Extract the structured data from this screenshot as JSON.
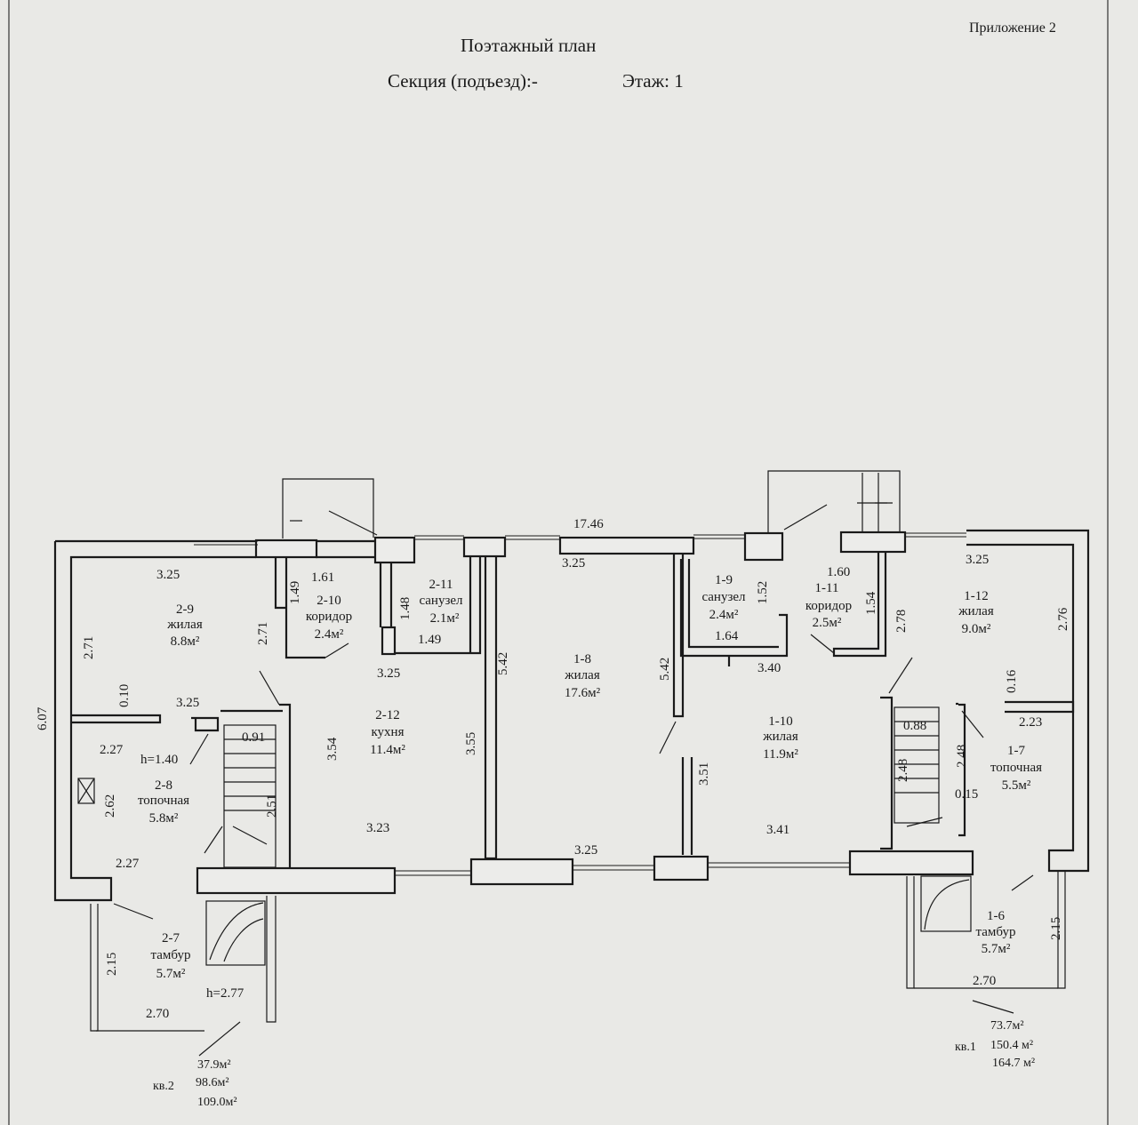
{
  "header": {
    "appendix": "Приложение 2",
    "title": "Поэтажный план",
    "section": "Секция (подъезд):-",
    "floor": "Этаж: 1"
  },
  "rooms": {
    "r2_9": {
      "id": "2-9",
      "name": "жилая",
      "area": "8.8м²"
    },
    "r2_10": {
      "id": "2-10",
      "name": "коридор",
      "area": "2.4м²"
    },
    "r2_11": {
      "id": "2-11",
      "name": "санузел",
      "area": "2.1м²"
    },
    "r2_12": {
      "id": "2-12",
      "name": "кухня",
      "area": "11.4м²"
    },
    "r2_8": {
      "id": "2-8",
      "name": "топочная",
      "area": "5.8м²"
    },
    "r2_7": {
      "id": "2-7",
      "name": "тамбур",
      "area": "5.7м²"
    },
    "r1_8": {
      "id": "1-8",
      "name": "жилая",
      "area": "17.6м²"
    },
    "r1_9": {
      "id": "1-9",
      "name": "санузел",
      "area": "2.4м²"
    },
    "r1_11": {
      "id": "1-11",
      "name": "коридор",
      "area": "2.5м²"
    },
    "r1_12": {
      "id": "1-12",
      "name": "жилая",
      "area": "9.0м²"
    },
    "r1_10": {
      "id": "1-10",
      "name": "жилая",
      "area": "11.9м²"
    },
    "r1_7": {
      "id": "1-7",
      "name": "топочная",
      "area": "5.5м²"
    },
    "r1_6": {
      "id": "1-6",
      "name": "тамбур",
      "area": "5.7м²"
    }
  },
  "dims": {
    "overall_width": "17.46",
    "d2_9_w": "3.25",
    "d2_9_h_left": "2.71",
    "d2_9_h_right": "2.71",
    "d2_10_w": "1.61",
    "d2_10_h": "1.49",
    "d2_11_h": "1.48",
    "d2_11_w": "1.49",
    "d2_12_top": "3.25",
    "d2_12_left": "3.54",
    "d2_12_right": "3.55",
    "d2_12_bottom": "3.23",
    "d_0_10": "0.10",
    "d_stair_top_2": "3.25",
    "d_2_27_a": "2.27",
    "d_h140": "h=1.40",
    "d_0_91": "0.91",
    "d_2_62": "2.62",
    "d_2_51": "2.51",
    "d_2_27_b": "2.27",
    "d_6_07": "6.07",
    "d2_7_h": "2.15",
    "d2_7_w": "2.70",
    "d_h277": "h=2.77",
    "d1_8_top": "3.25",
    "d1_8_left": "5.42",
    "d1_8_right": "5.42",
    "d1_8_bottom": "3.25",
    "d1_9_h": "1.52",
    "d1_9_w": "1.64",
    "d1_11_w": "1.60",
    "d1_11_h": "1.54",
    "d1_12_w": "3.25",
    "d1_12_left": "2.78",
    "d1_12_right": "2.76",
    "d1_10_top": "3.40",
    "d1_10_left": "3.51",
    "d1_10_bottom": "3.41",
    "d_0_16": "0.16",
    "d_2_23": "2.23",
    "d_0_88": "0.88",
    "d_2_48_a": "2.48",
    "d_2_48_b": "2.48",
    "d_0_15": "0.15",
    "d1_6_h": "2.15",
    "d1_6_w": "2.70"
  },
  "totals": {
    "apt2": {
      "label": "кв.2",
      "a": "37.9м²",
      "b": "98.6м²",
      "c": "109.0м²"
    },
    "apt1": {
      "label": "кв.1",
      "a": "73.7м²",
      "b": "150.4 м²",
      "c": "164.7 м²"
    }
  }
}
